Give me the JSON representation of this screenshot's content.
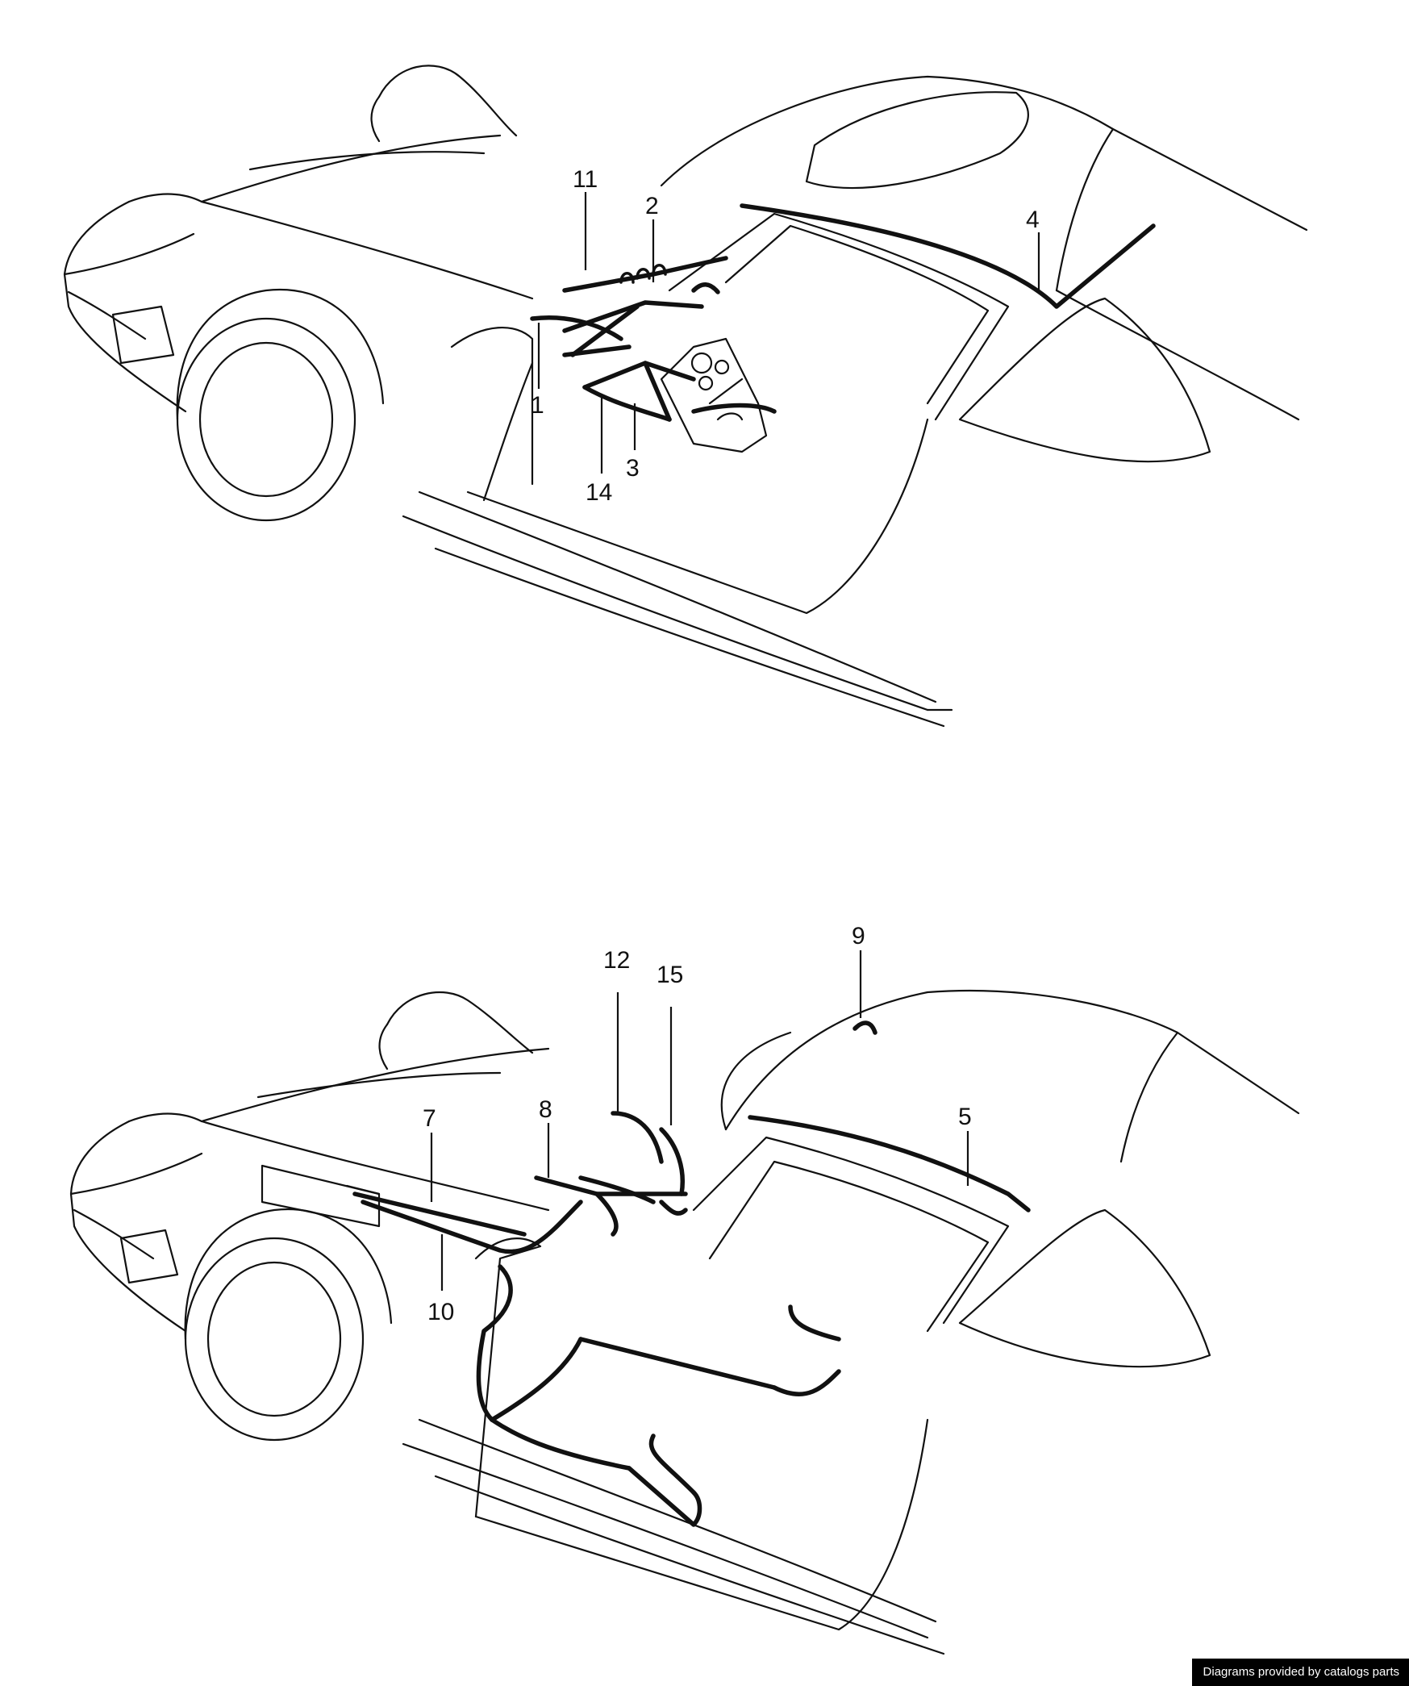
{
  "diagram": {
    "top_view": {
      "callouts": [
        "11",
        "2",
        "4",
        "1",
        "3",
        "14"
      ]
    },
    "bottom_view": {
      "callouts": [
        "12",
        "15",
        "9",
        "8",
        "7",
        "5",
        "10"
      ]
    }
  },
  "credit": "Diagrams provided by catalogs parts",
  "colors": {
    "line": "#111111",
    "background": "#ffffff",
    "credit_bg": "#000000"
  }
}
